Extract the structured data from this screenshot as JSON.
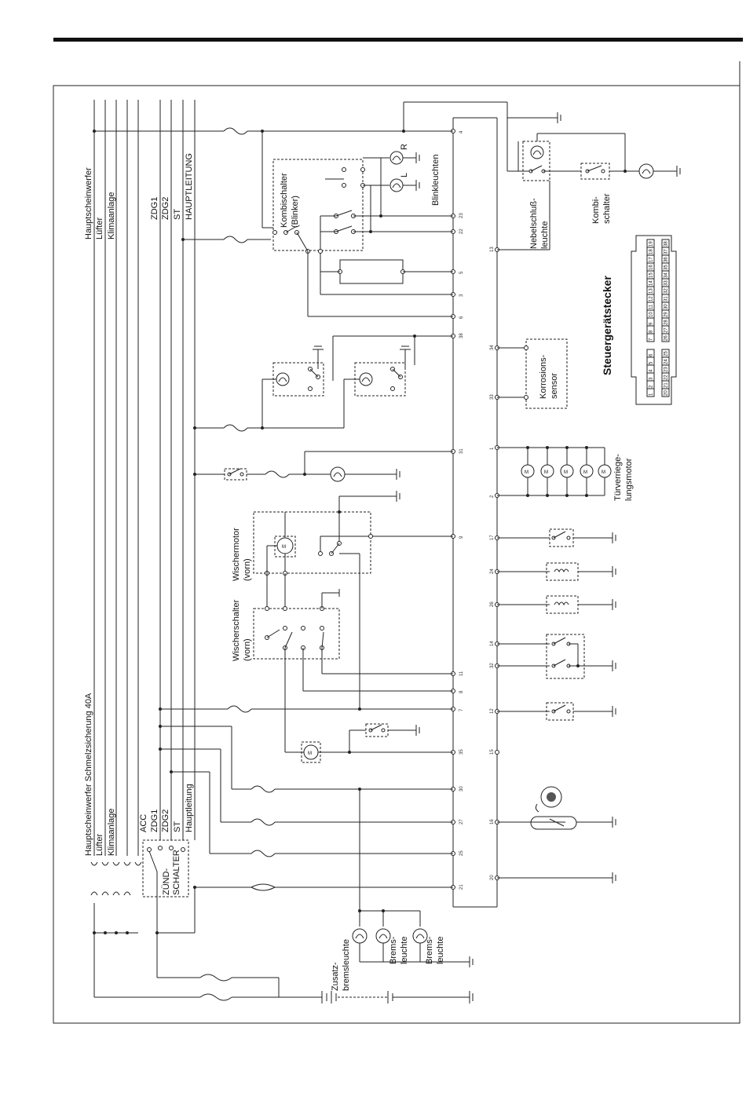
{
  "labels": {
    "main_feed": [
      "Hauptscheinwerfer",
      "Lüfter",
      "Klimaanlage"
    ],
    "zdg_top": [
      "ZDG1",
      "ZDG2",
      "ST",
      "HAUPTLEITUNG"
    ],
    "fuse_main": [
      "Hauptscheinwerfer Schmelzsicherung 40A",
      "Lüfter",
      "Klimaanlage"
    ],
    "ignition_terms": [
      "ACC",
      "ZDG1",
      "ZDG2",
      "ST",
      "Hauptleitung"
    ],
    "zund_schalter": [
      "ZÜND-",
      "SCHALTER"
    ],
    "kombischalter": [
      "Kombischalter",
      "(Blinker)"
    ],
    "blinkleuchten": "Blinkleuchten",
    "lamp_r": "R",
    "lamp_l": "L",
    "wischermotor": [
      "Wischermotor",
      "(vorn)"
    ],
    "wischerschalter": [
      "Wischerschalter",
      "(vorn)"
    ],
    "zusatzbremsleuchte": [
      "Zusatz-",
      "bremsleuchte"
    ],
    "bremsleuchte_1": [
      "Brems-",
      "leuchte"
    ],
    "bremsleuchte_2": [
      "Brems-",
      "leuchte"
    ],
    "nebelschluss": [
      "Nebelschluß-",
      "leuchte"
    ],
    "kombi_schalter": [
      "Kombi-",
      "schalter"
    ],
    "steckertitel": "Steuergerätstecker",
    "korrosion": [
      "Korrosions-",
      "sensor"
    ],
    "tuerverriegelung": [
      "Türverriege-",
      "lungsmotor"
    ]
  },
  "ecu_left_pins": [
    "4",
    "23",
    "22",
    "5",
    "3",
    "6",
    "38",
    "31",
    "9",
    "11",
    "8",
    "7",
    "35",
    "30",
    "27",
    "25",
    "21"
  ],
  "ecu_right_pins": [
    "13",
    "34",
    "33",
    "1",
    "2",
    "17",
    "24",
    "26",
    "14",
    "32",
    "12",
    "15",
    "16",
    "20"
  ],
  "connector_grid": {
    "upper_left": [
      [
        "10",
        "11",
        "12",
        "13",
        "14",
        "15",
        "16",
        "17",
        "18",
        "19"
      ],
      [
        "7",
        "8",
        "9"
      ]
    ],
    "upper_right": [
      [
        "26",
        "27",
        "28",
        "29",
        "30",
        "31",
        "32",
        "33",
        "34",
        "35",
        "36",
        "37",
        "38"
      ]
    ],
    "lower": [
      [
        "1",
        "2",
        "3",
        "4",
        "5",
        "6"
      ],
      [
        "20",
        "21",
        "22",
        "23",
        "24",
        "25"
      ]
    ]
  }
}
